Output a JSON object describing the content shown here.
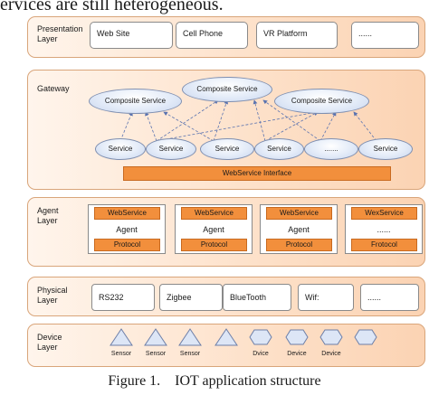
{
  "top_text": "ervices are still heterogeneous.",
  "presentation": {
    "label_line1": "Presentation",
    "label_line2": "Layer",
    "boxes": [
      "Web Site",
      "Cell Phone",
      "VR Platform",
      "......"
    ]
  },
  "gateway": {
    "label": "Gateway",
    "composite": [
      "Composite Service",
      "Composite Service",
      "Composite Service"
    ],
    "services": [
      "Service",
      "Service",
      "Service",
      "Service",
      ".......",
      "Service"
    ],
    "ws_interface": "WebService Interface"
  },
  "agent": {
    "label_line1": "Agent",
    "label_line2": "Layer",
    "units": [
      {
        "ws": "WebService",
        "agent": "Agent",
        "protocol": "Protocol"
      },
      {
        "ws": "WebService",
        "agent": "Agent",
        "protocol": "Protocol"
      },
      {
        "ws": "WebService",
        "agent": "Agent",
        "protocol": "Protocol"
      },
      {
        "ws": "WexService",
        "agent": "......",
        "protocol": "Frotocol"
      }
    ]
  },
  "physical": {
    "label_line1": "Physical",
    "label_line2": "Layer",
    "boxes": [
      "RS232",
      "Zigbee",
      "BlueTooth",
      "Wif:",
      "......"
    ]
  },
  "device": {
    "label_line1": "Device",
    "label_line2": "Layer",
    "items": [
      "Sensor",
      "Sensor",
      "Sensor",
      "",
      "Dvice",
      "Device",
      "Device",
      ""
    ]
  },
  "caption": "Figure 1.    IOT application structure"
}
